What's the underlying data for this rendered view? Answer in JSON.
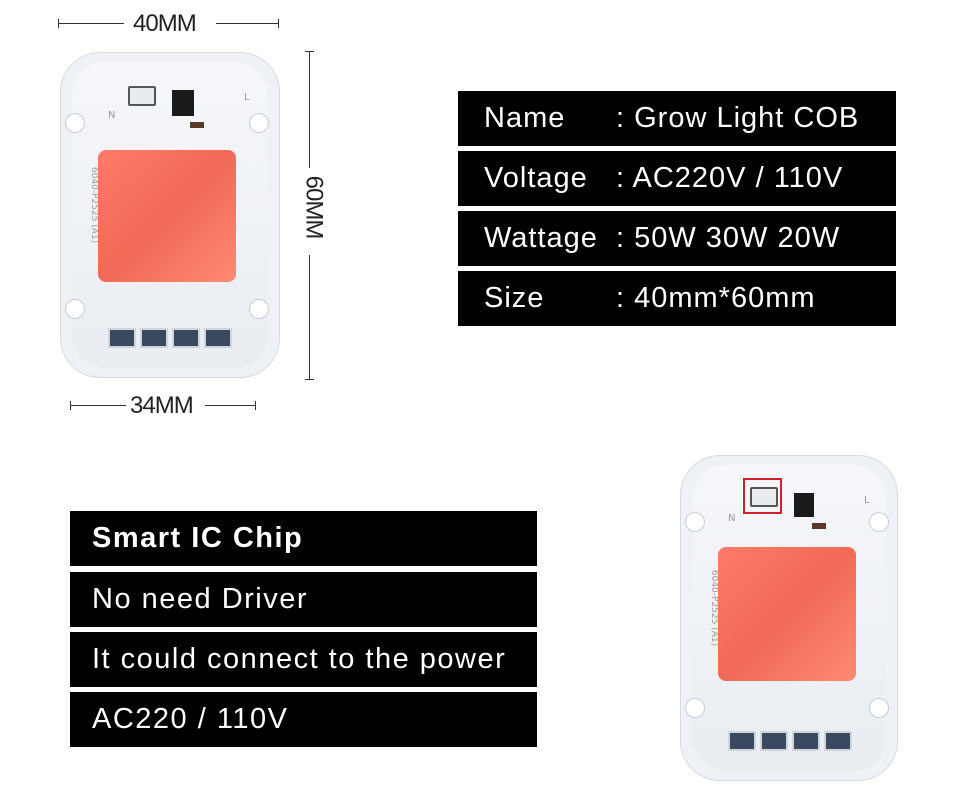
{
  "dimensions": {
    "top_width": "40MM",
    "height": "60MM",
    "bottom_width": "34MM"
  },
  "specs": [
    {
      "key": "Name",
      "value": ": Grow Light COB"
    },
    {
      "key": "Voltage",
      "value": ": AC220V / 110V"
    },
    {
      "key": "Wattage",
      "value": ": 50W 30W 20W"
    },
    {
      "key": "Size",
      "value": ": 40mm*60mm"
    }
  ],
  "features": [
    {
      "text": "Smart IC Chip"
    },
    {
      "text": "No need Driver"
    },
    {
      "text": "It could connect to the power"
    },
    {
      "text": "AC220 / 110V"
    }
  ],
  "pcb_marks": {
    "n": "N",
    "l": "L",
    "code": "6040-P2525 (A1)"
  },
  "colors": {
    "led": "#f06a56",
    "panel": "#000000",
    "highlight": "#d0202a"
  }
}
